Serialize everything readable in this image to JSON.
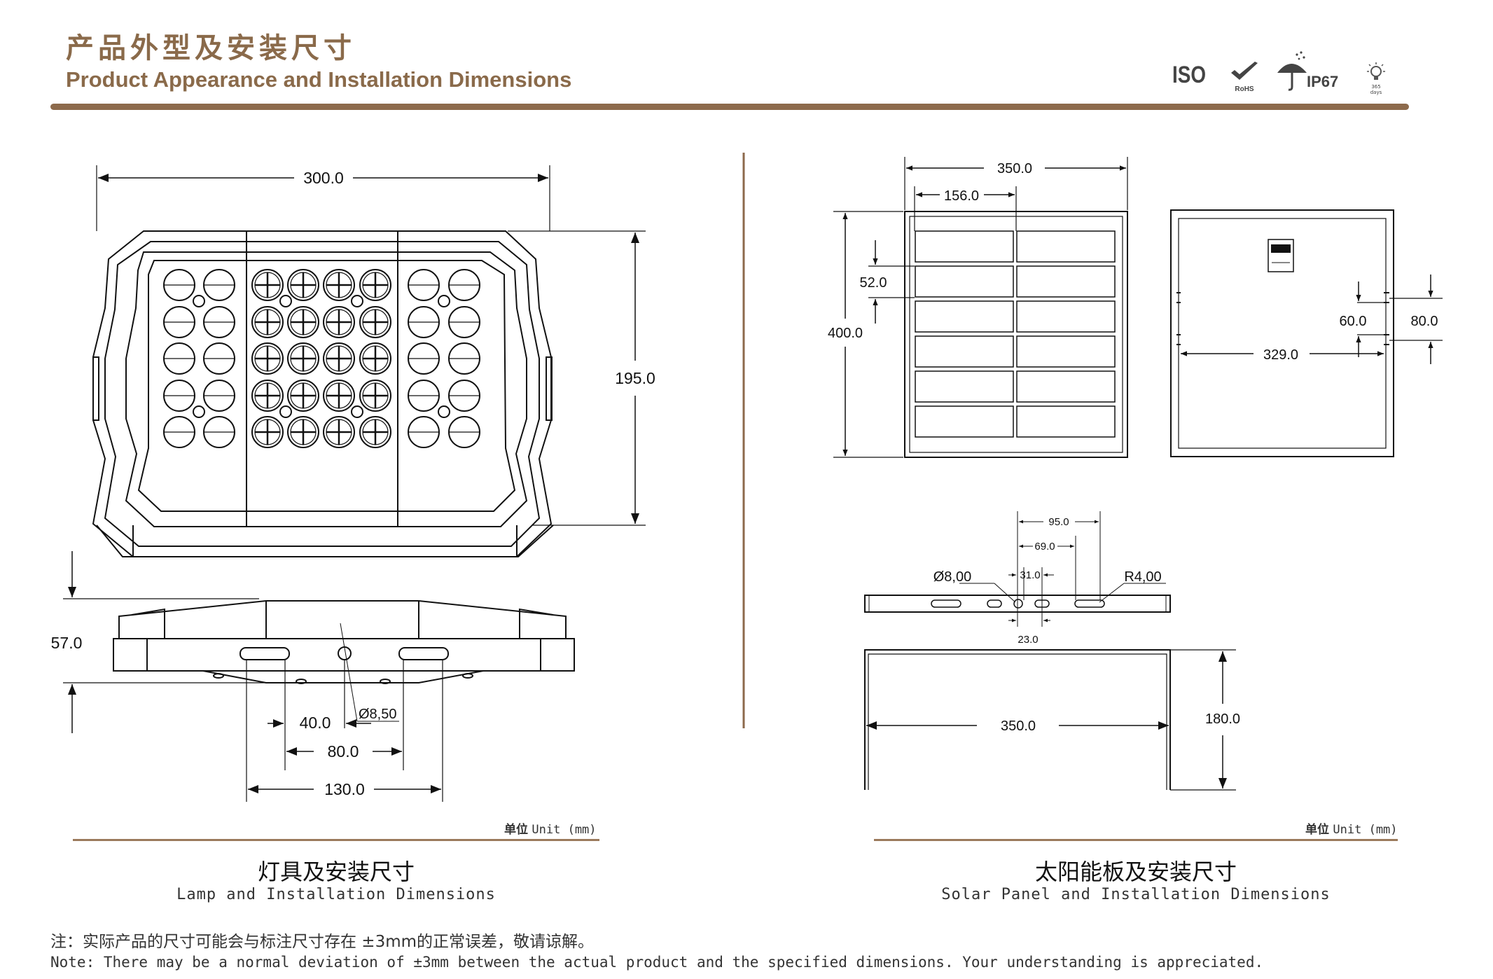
{
  "header": {
    "title_cn": "产品外型及安装尺寸",
    "title_en": "Product Appearance and Installation Dimensions",
    "accent_color": "#8d6a4c"
  },
  "certifications": {
    "iso": "ISO",
    "rohs": "RoHS",
    "ip": "IP67",
    "days_num": "365",
    "days_word": "days"
  },
  "lamp": {
    "width": "300.0",
    "height": "195.0",
    "depth": "57.0",
    "hole_diameter": "Ø8,50",
    "spacing_40": "40.0",
    "spacing_80": "80.0",
    "spacing_130": "130.0"
  },
  "solar": {
    "width": "350.0",
    "cell_width": "156.0",
    "height": "400.0",
    "cell_height": "52.0",
    "back_60": "60.0",
    "back_80": "80.0",
    "back_329": "329.0"
  },
  "bracket": {
    "d95": "95.0",
    "d69": "69.0",
    "d31": "31.0",
    "d23": "23.0",
    "hole": "Ø8,00",
    "radius": "R4,00",
    "length": "350.0",
    "height": "180.0"
  },
  "left_unit": {
    "label_cn": "单位",
    "label_en": "Unit (mm)"
  },
  "right_unit": {
    "label_cn": "单位",
    "label_en": "Unit (mm)"
  },
  "left_caption": {
    "cn": "灯具及安装尺寸",
    "en": "Lamp and Installation Dimensions"
  },
  "right_caption": {
    "cn": "太阳能板及安装尺寸",
    "en": "Solar Panel and Installation Dimensions"
  },
  "note": {
    "cn": "注：实际产品的尺寸可能会与标注尺寸存在 ±3mm的正常误差，敬请谅解。",
    "en": "Note: There may be a normal deviation of ±3mm between the actual product and the specified dimensions. Your understanding is appreciated."
  }
}
